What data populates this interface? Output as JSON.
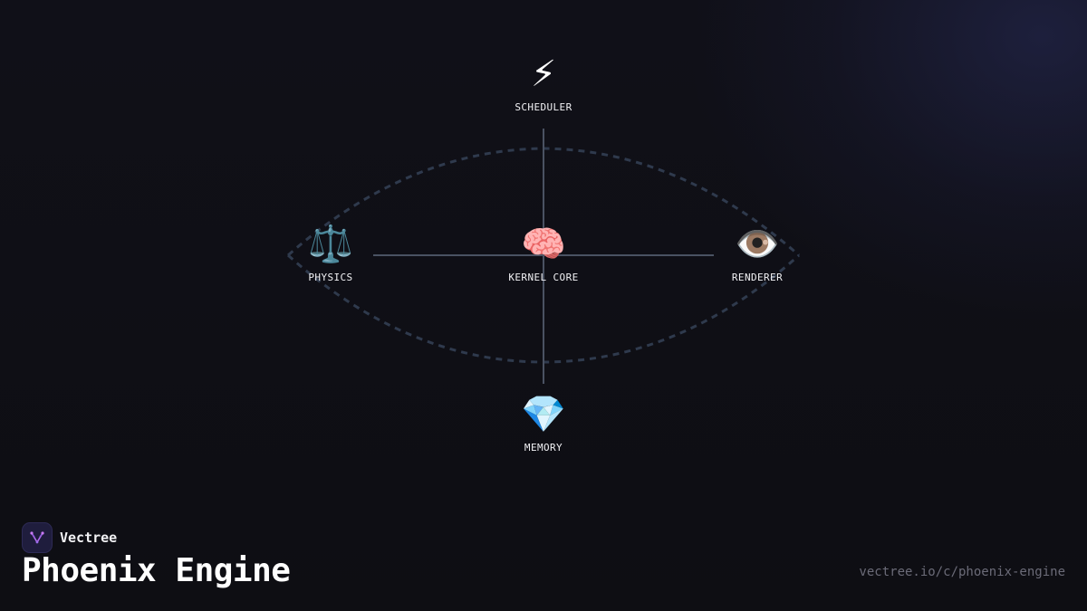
{
  "diagram": {
    "nodes": {
      "scheduler": {
        "icon": "lightning-bolt-icon",
        "emoji": "⚡",
        "label": "SCHEDULER"
      },
      "physics": {
        "icon": "balance-scale-icon",
        "emoji": "⚖️",
        "label": "PHYSICS"
      },
      "kernel": {
        "icon": "brain-icon",
        "emoji": "🧠",
        "label": "KERNEL CORE"
      },
      "renderer": {
        "icon": "eye-icon",
        "emoji": "👁️",
        "label": "RENDERER"
      },
      "memory": {
        "icon": "gem-icon",
        "emoji": "💎",
        "label": "MEMORY"
      }
    },
    "edges": [
      {
        "from": "kernel",
        "to": "scheduler"
      },
      {
        "from": "kernel",
        "to": "physics"
      },
      {
        "from": "kernel",
        "to": "renderer"
      },
      {
        "from": "kernel",
        "to": "memory"
      }
    ],
    "colors": {
      "edge": "#4a5262",
      "dashed_outline": "#2f3a4d"
    }
  },
  "footer": {
    "brand_name": "Vectree",
    "brand_icon": "vectree-logo-icon",
    "title": "Phoenix Engine",
    "url": "vectree.io/c/phoenix-engine"
  },
  "colors": {
    "background": "#0e0e13",
    "accent_glow": "#282c5a",
    "brand_logo_bg": "#1f1d3d",
    "brand_logo_mark": "#b46cf0",
    "url_text": "#6b6b78"
  }
}
